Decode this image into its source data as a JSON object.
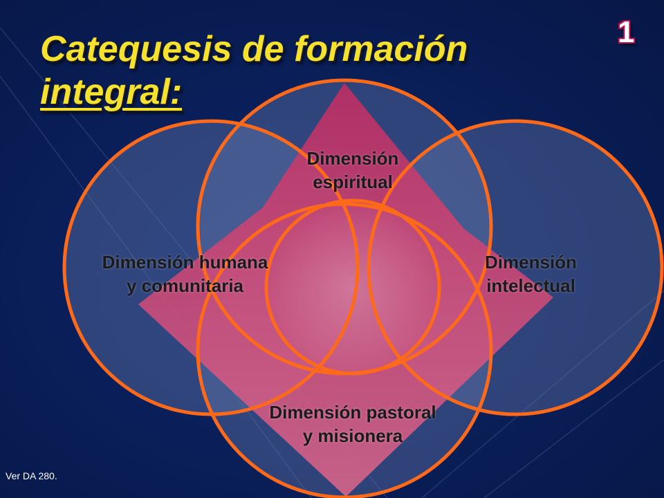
{
  "slide": {
    "title_line1": "Catequesis de formación",
    "title_line2": "integral:",
    "number": "1",
    "footnote": "Ver DA 280."
  },
  "diagram": {
    "top_label_line1": "Dimensión",
    "top_label_line2": "espiritual",
    "left_label_line1": "Dimensión humana",
    "left_label_line2": "y comunitaria",
    "right_label_line1": "Dimensión",
    "right_label_line2": "intelectual",
    "bottom_label_line1": "Dimensión pastoral",
    "bottom_label_line2": "y misionera"
  },
  "colors": {
    "background": "#0a1f5a",
    "circle_stroke": "#ff6a1a",
    "diamond": "#e0386a",
    "title": "#f5e12e"
  }
}
